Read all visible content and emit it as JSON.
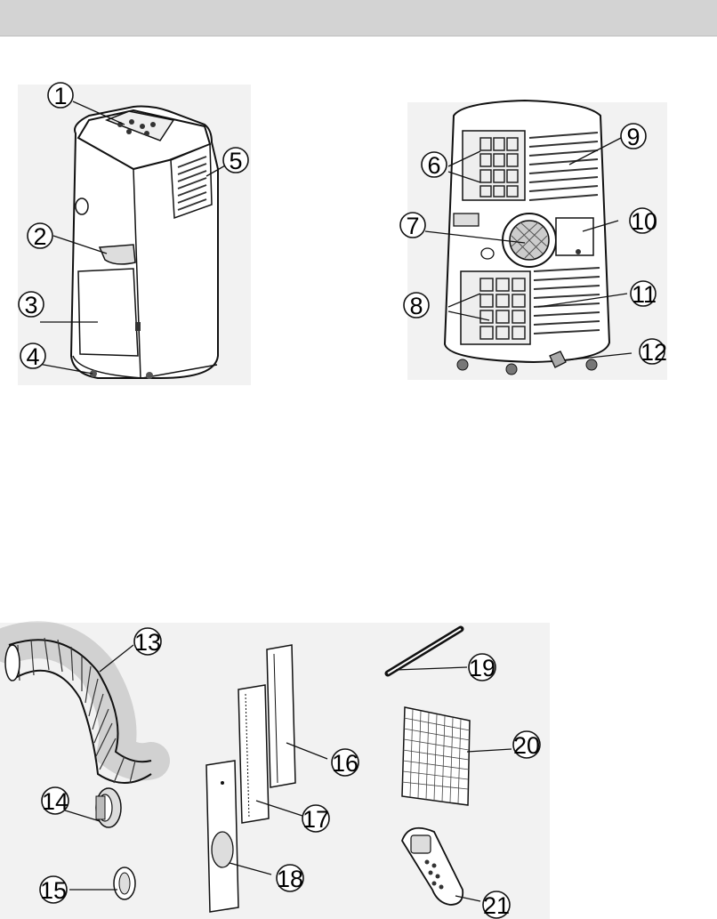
{
  "header": {
    "bar_color": "#d3d3d3"
  },
  "figures": {
    "front_view": {
      "callouts": [
        "1",
        "2",
        "3",
        "4",
        "5"
      ]
    },
    "rear_view": {
      "callouts": [
        "6",
        "7",
        "8",
        "9",
        "10",
        "11",
        "12"
      ]
    },
    "accessories": {
      "callouts": [
        "13",
        "14",
        "15",
        "16",
        "17",
        "18",
        "19",
        "20",
        "21"
      ]
    }
  }
}
